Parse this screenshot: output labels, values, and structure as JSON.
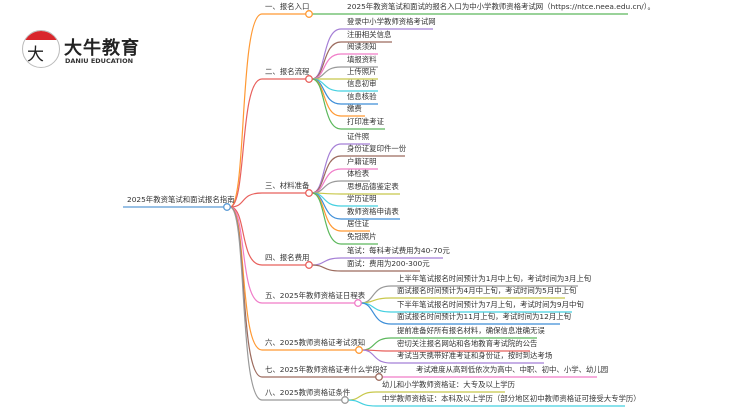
{
  "logo": {
    "cn": "大牛教育",
    "en": "DANIU EDUCATION",
    "mark": "大牛"
  },
  "root": {
    "label": "2025年教资笔试和面试报名指南",
    "color": "#5b9bd5"
  },
  "branches": [
    {
      "label": "一、报名入口",
      "color": "#ff9933",
      "leaves": [
        {
          "label": "2025年教资笔试和面试的报名入口为中小学教师资格考试网（https://ntce.neea.edu.cn/）。",
          "color": "#5cb85c"
        }
      ]
    },
    {
      "label": "二、报名流程",
      "color": "#e8605c",
      "leaves": [
        {
          "label": "登录中小学教师资格考试网",
          "color": "#a57fd6"
        },
        {
          "label": "注册相关信息",
          "color": "#9c6b5e"
        },
        {
          "label": "阅读须知",
          "color": "#f07cc8"
        },
        {
          "label": "填报资料",
          "color": "#999999"
        },
        {
          "label": "上传照片",
          "color": "#c8c84a"
        },
        {
          "label": "信息初审",
          "color": "#45d0e0"
        },
        {
          "label": "信息核验",
          "color": "#3d8ed8"
        },
        {
          "label": "缴费",
          "color": "#ff9933"
        },
        {
          "label": "打印准考证",
          "color": "#5cb85c"
        }
      ]
    },
    {
      "label": "三、材料准备",
      "color": "#e8605c",
      "leaves": [
        {
          "label": "证件照",
          "color": "#a57fd6"
        },
        {
          "label": "身份证复印件一份",
          "color": "#9c6b5e"
        },
        {
          "label": "户籍证明",
          "color": "#f07cc8"
        },
        {
          "label": "体检表",
          "color": "#999999"
        },
        {
          "label": "思想品德鉴定表",
          "color": "#c8c84a"
        },
        {
          "label": "学历证明",
          "color": "#45d0e0"
        },
        {
          "label": "教师资格申请表",
          "color": "#3d8ed8"
        },
        {
          "label": "居住证",
          "color": "#ff9933"
        },
        {
          "label": "免冠照片",
          "color": "#5cb85c"
        }
      ]
    },
    {
      "label": "四、报名费用",
      "color": "#e8605c",
      "leaves": [
        {
          "label": "笔试：每科考试费用为40-70元",
          "color": "#a57fd6"
        },
        {
          "label": "面试：费用为200-300元",
          "color": "#9c6b5e"
        }
      ]
    },
    {
      "label": "五、2025年教师资格证日程表",
      "color": "#f07cc8",
      "leaves": [
        {
          "label": "上半年笔试报名时间预计为1月中上旬，考试时间为3月上旬",
          "color": "#999999"
        },
        {
          "label": "面试报名时间预计为4月中上旬，考试时间为5月中上旬",
          "color": "#c8c84a"
        },
        {
          "label": "下半年笔试报名时间预计为7月上旬，考试时间为9月中旬",
          "color": "#45d0e0"
        },
        {
          "label": "面试报名时间预计为11月上旬，考试时间为12月上旬",
          "color": "#3d8ed8"
        }
      ]
    },
    {
      "label": "六、2025教师资格证考试须知",
      "color": "#ff9933",
      "leaves": [
        {
          "label": "提前准备好所有报名材料，确保信息准确无误",
          "color": "#5cb85c"
        },
        {
          "label": "密切关注报名网站和各地教育考试院的公告",
          "color": "#e8605c"
        },
        {
          "label": "考试当天携带好准考证和身份证，按时到达考场",
          "color": "#a57fd6"
        }
      ]
    },
    {
      "label": "七、2025年教师资格证考什么学段好",
      "color": "#9c6b5e",
      "leaves": [
        {
          "label": "考试难度从高到低依次为高中、中职、初中、小学、幼儿园",
          "color": "#f07cc8"
        }
      ]
    },
    {
      "label": "八、2025教师资格证条件",
      "color": "#999999",
      "leaves": [
        {
          "label": "幼儿和小学教师资格证：大专及以上学历",
          "color": "#c8c84a"
        },
        {
          "label": "中学教师资格证：本科及以上学历（部分地区初中教师资格证可接受大专学历）",
          "color": "#45d0e0"
        }
      ]
    }
  ]
}
